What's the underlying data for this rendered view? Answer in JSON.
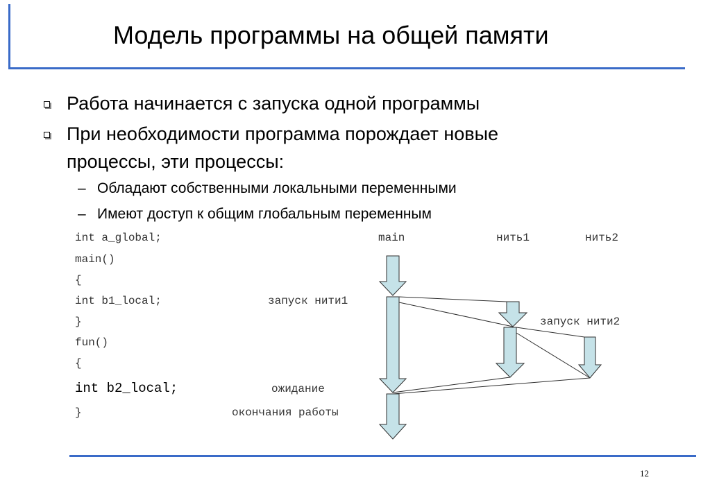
{
  "slide": {
    "title": "Модель программы на общей памяти",
    "page_number": "12",
    "accent_color": "#3a6bc8",
    "arrow_fill": "#c5e2e8"
  },
  "bullets": [
    {
      "text": "Работа начинается с запуска одной программы"
    },
    {
      "line1": "При необходимости программа порождает новые",
      "line2": "процессы, эти процессы:"
    }
  ],
  "sub_bullets": [
    {
      "dash": "–",
      "text": "Обладают собственными локальными переменными"
    },
    {
      "dash": "–",
      "text": "Имеют доступ к общим глобальным переменным"
    }
  ],
  "code_lines": [
    "int a_global;",
    "main()",
    "{",
    "int b1_local;",
    "}",
    "fun()",
    "{",
    "int b2_local;",
    "}"
  ],
  "labels": {
    "main": "main",
    "thread1": "нить1",
    "thread2": "нить2",
    "start_thread1": "запуск нити1",
    "start_thread2": "запуск нити2",
    "waiting": "ожидание",
    "end_of_work": "окончания работы"
  }
}
